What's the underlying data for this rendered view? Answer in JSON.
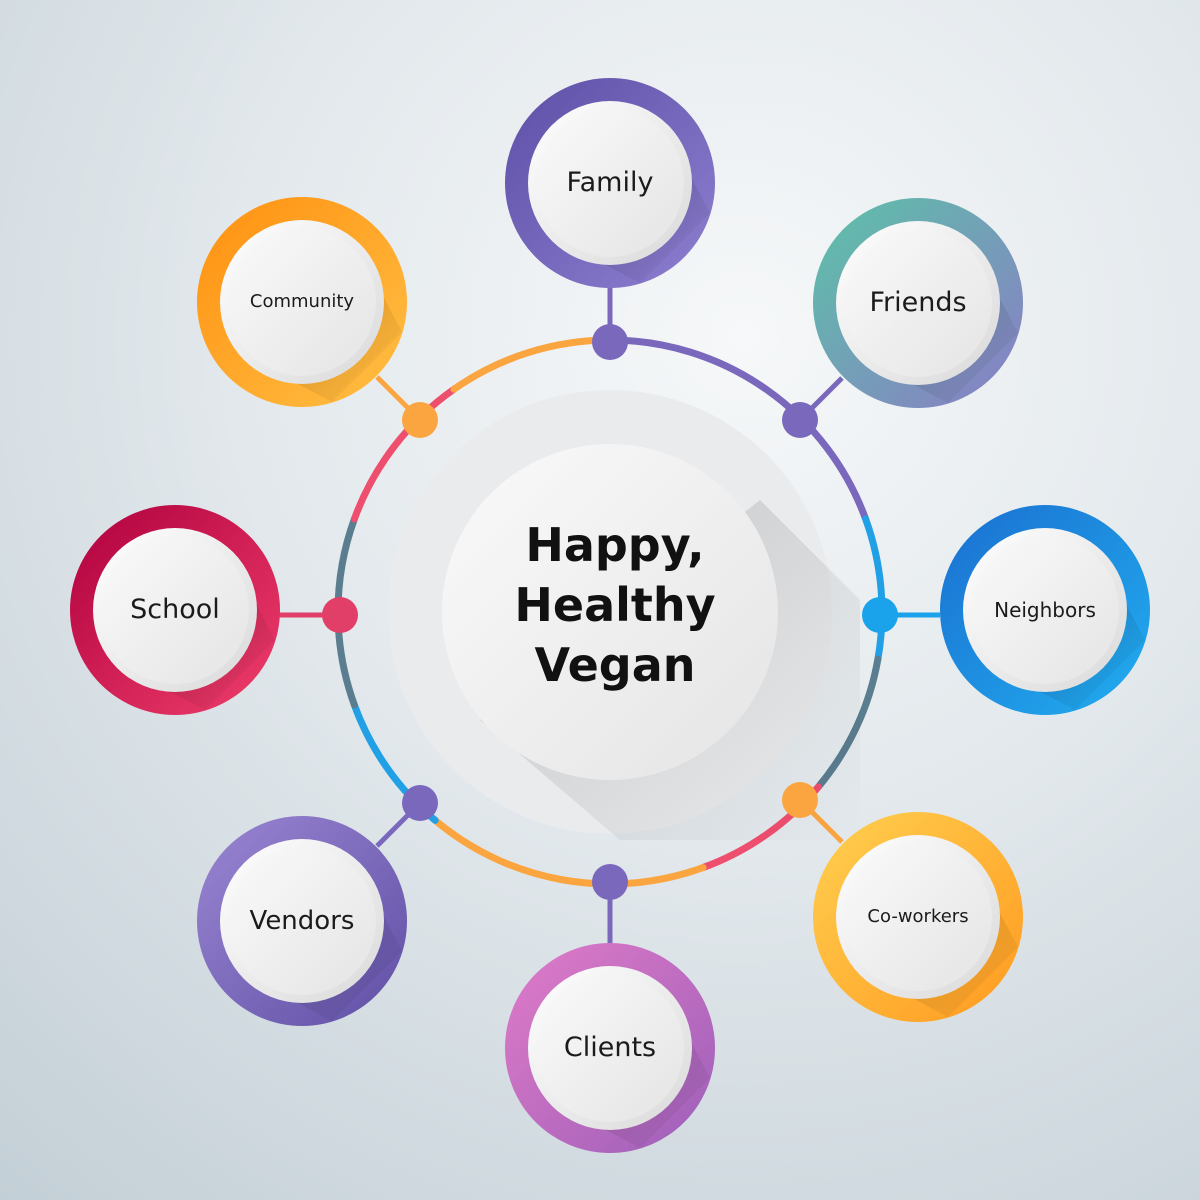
{
  "center": {
    "lines": [
      "Happy,",
      "Healthy",
      "Vegan"
    ]
  },
  "nodes": [
    {
      "label": "Family",
      "gradient": [
        "#5c4fa6",
        "#8e7fd0"
      ],
      "dot": "#7a68bd"
    },
    {
      "label": "Friends",
      "gradient": [
        "#5cc3a8",
        "#8a7cc6"
      ],
      "dot": "#7a68bd"
    },
    {
      "label": "Neighbors",
      "gradient": [
        "#1a6fd0",
        "#22aef0"
      ],
      "dot": "#1aa2ea"
    },
    {
      "label": "Co-workers",
      "gradient": [
        "#ffd050",
        "#ff9a20"
      ],
      "dot": "#fba540"
    },
    {
      "label": "Clients",
      "gradient": [
        "#e17bc8",
        "#9c5fb9"
      ],
      "dot": "#7a68bd"
    },
    {
      "label": "Vendors",
      "gradient": [
        "#9a86d2",
        "#5f4fa5"
      ],
      "dot": "#7a68bd"
    },
    {
      "label": "School",
      "gradient": [
        "#b0003e",
        "#ef3f6c"
      ],
      "dot": "#e23f68"
    },
    {
      "label": "Community",
      "gradient": [
        "#ff9010",
        "#ffc045"
      ],
      "dot": "#fba540"
    }
  ],
  "ring_colors": [
    "#7a68bd",
    "#22a0e6",
    "#5a7d8f",
    "#ef4f6e",
    "#fba540"
  ]
}
